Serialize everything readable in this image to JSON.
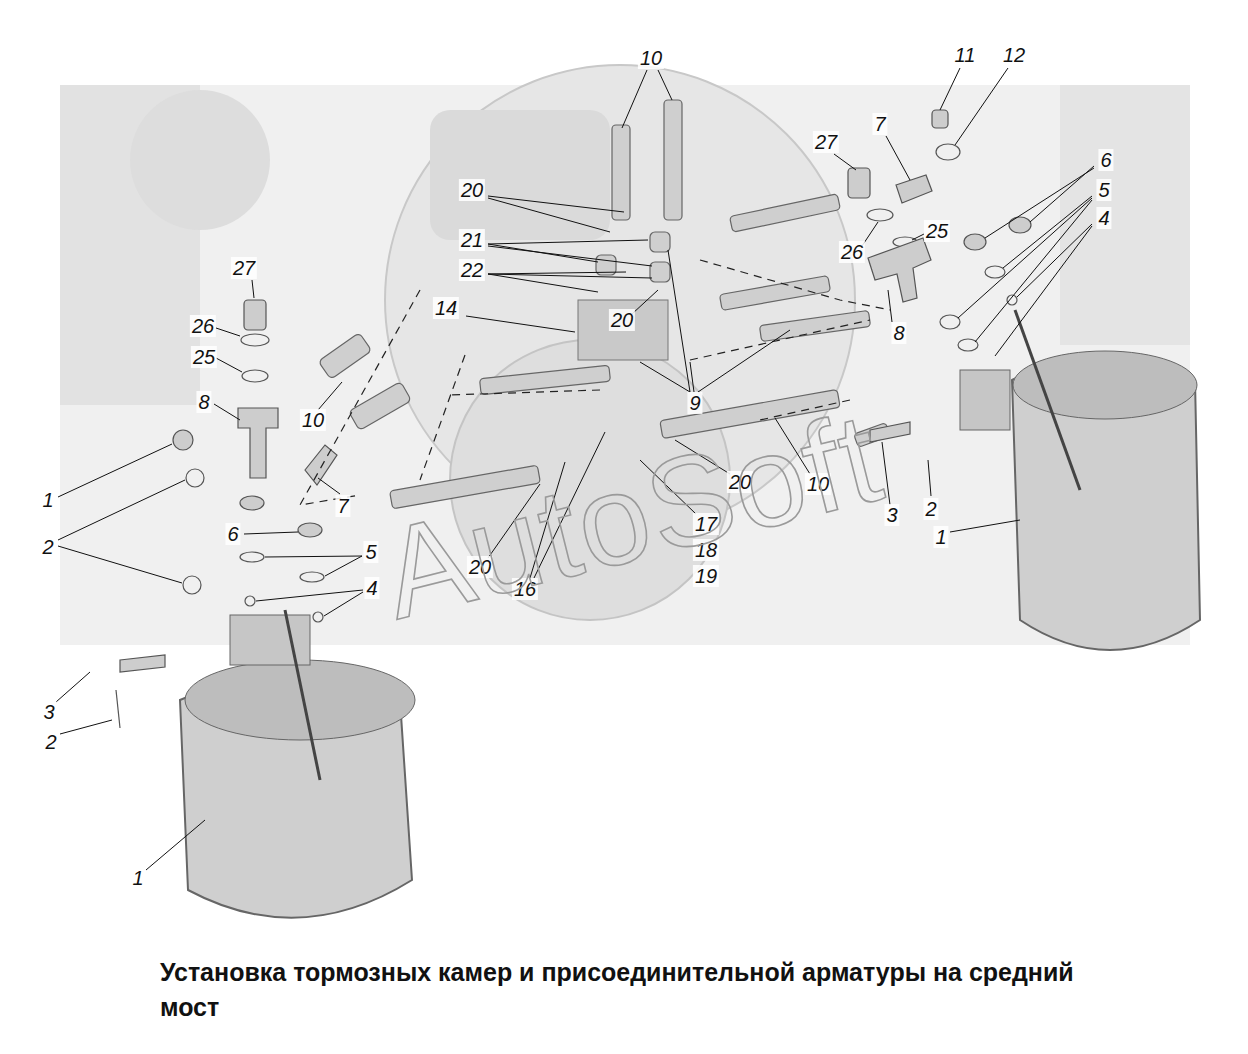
{
  "diagram": {
    "title": "Установка тормозных камер и присоединительной арматуры на средний мост",
    "labels": [
      "10",
      "11",
      "12",
      "7",
      "27",
      "6",
      "5",
      "4",
      "20",
      "21",
      "22",
      "26",
      "25",
      "14",
      "20",
      "8",
      "9",
      "27",
      "26",
      "25",
      "8",
      "10",
      "7",
      "1",
      "2",
      "6",
      "5",
      "4",
      "20",
      "10",
      "3",
      "2",
      "1",
      "17",
      "18",
      "19",
      "20",
      "16",
      "3",
      "2",
      "1",
      "AutoSoft"
    ]
  }
}
